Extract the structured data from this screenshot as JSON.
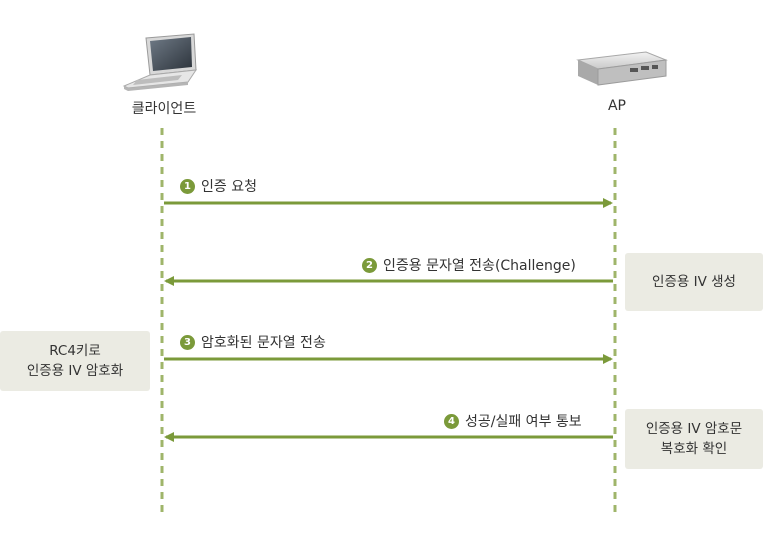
{
  "diagram": {
    "client_label": "클라이언트",
    "ap_label": "AP",
    "steps": [
      {
        "num": "1",
        "label": "인증 요청",
        "direction": "client-to-ap"
      },
      {
        "num": "2",
        "label": "인증용 문자열 전송(Challenge)",
        "direction": "ap-to-client"
      },
      {
        "num": "3",
        "label": "암호화된 문자열 전송",
        "direction": "client-to-ap"
      },
      {
        "num": "4",
        "label": "성공/실패 여부 통보",
        "direction": "ap-to-client"
      }
    ],
    "notes": {
      "ap_generate": {
        "line1": "인증용 IV 생성"
      },
      "client_encrypt": {
        "line1": "RC4키로",
        "line2": "인증용 IV 암호화"
      },
      "ap_verify": {
        "line1": "인증용 IV 암호문",
        "line2": "복호화 확인"
      }
    },
    "colors": {
      "arrow": "#7b9a3a",
      "lifeline": "#9fb56a",
      "note_bg": "#ebebe3",
      "badge": "#7b9a3a"
    },
    "icons": {
      "client": "laptop-icon",
      "ap": "access-point-icon"
    }
  }
}
